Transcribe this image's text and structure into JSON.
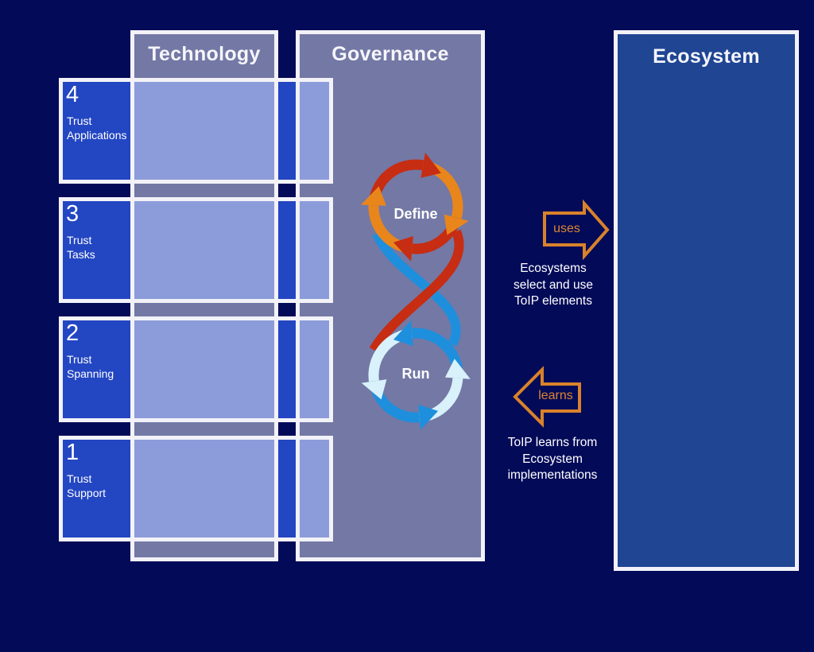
{
  "palette": {
    "background_navy": "#030a58",
    "row_blue": "#2346c2",
    "overlap_periwinkle": "#8c9bd9",
    "column_gray": "#7378a5",
    "ecosystem_blue": "#204593",
    "border_white": "#f2f2f8",
    "accent_orange": "#dd8630",
    "loop_red": "#c62d12",
    "loop_orange": "#e8861c",
    "loop_blue": "#1e8fdd",
    "loop_pale": "#d8f1fb"
  },
  "columns": [
    {
      "id": "technology",
      "label": "Technology"
    },
    {
      "id": "governance",
      "label": "Governance"
    }
  ],
  "ecosystem": {
    "label": "Ecosystem"
  },
  "layers": [
    {
      "number": "4",
      "name": "Trust\nApplications"
    },
    {
      "number": "3",
      "name": "Trust\nTasks"
    },
    {
      "number": "2",
      "name": "Trust\nSpanning"
    },
    {
      "number": "1",
      "name": "Trust\nSupport"
    }
  ],
  "loop": {
    "define_label": "Define",
    "run_label": "Run"
  },
  "flows": {
    "uses": {
      "label": "uses",
      "caption": "Ecosystems\nselect and use\nToIP elements"
    },
    "learns": {
      "label": "learns",
      "caption": "ToIP learns from\nEcosystem\nimplementations"
    }
  }
}
